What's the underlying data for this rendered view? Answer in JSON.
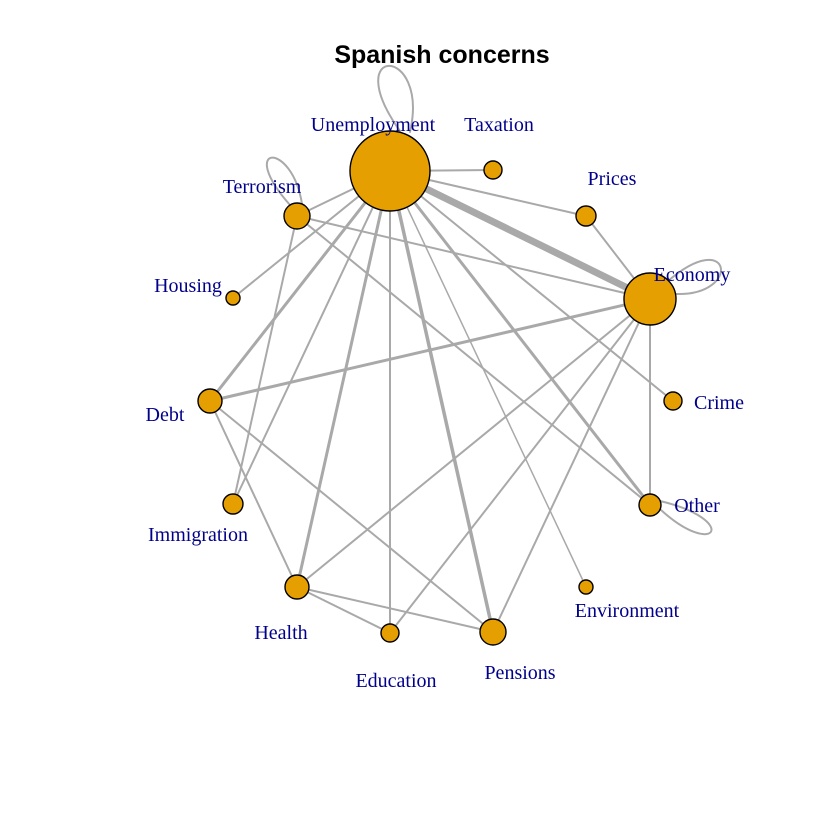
{
  "title": "Spanish concerns",
  "colors": {
    "node_fill": "#e69f00",
    "node_stroke": "#000000",
    "edge": "#a9a9a9",
    "label": "#00008b",
    "title": "#000000"
  },
  "nodes": [
    {
      "id": "unemployment",
      "label": "Unemployment"
    },
    {
      "id": "taxation",
      "label": "Taxation"
    },
    {
      "id": "prices",
      "label": "Prices"
    },
    {
      "id": "economy",
      "label": "Economy"
    },
    {
      "id": "crime",
      "label": "Crime"
    },
    {
      "id": "other",
      "label": "Other"
    },
    {
      "id": "environment",
      "label": "Environment"
    },
    {
      "id": "pensions",
      "label": "Pensions"
    },
    {
      "id": "education",
      "label": "Education"
    },
    {
      "id": "health",
      "label": "Health"
    },
    {
      "id": "immigration",
      "label": "Immigration"
    },
    {
      "id": "debt",
      "label": "Debt"
    },
    {
      "id": "housing",
      "label": "Housing"
    },
    {
      "id": "terrorism",
      "label": "Terrorism"
    }
  ],
  "edges": [
    {
      "source": "unemployment",
      "target": "unemployment",
      "weight": 2
    },
    {
      "source": "terrorism",
      "target": "terrorism",
      "weight": 2
    },
    {
      "source": "economy",
      "target": "economy",
      "weight": 2
    },
    {
      "source": "other",
      "target": "other",
      "weight": 2
    },
    {
      "source": "unemployment",
      "target": "economy",
      "weight": 7
    },
    {
      "source": "unemployment",
      "target": "taxation",
      "weight": 2
    },
    {
      "source": "unemployment",
      "target": "prices",
      "weight": 2
    },
    {
      "source": "unemployment",
      "target": "terrorism",
      "weight": 2
    },
    {
      "source": "unemployment",
      "target": "housing",
      "weight": 2
    },
    {
      "source": "unemployment",
      "target": "debt",
      "weight": 3
    },
    {
      "source": "unemployment",
      "target": "immigration",
      "weight": 2
    },
    {
      "source": "unemployment",
      "target": "health",
      "weight": 3
    },
    {
      "source": "unemployment",
      "target": "education",
      "weight": 2
    },
    {
      "source": "unemployment",
      "target": "pensions",
      "weight": 3.5
    },
    {
      "source": "unemployment",
      "target": "environment",
      "weight": 1.5
    },
    {
      "source": "unemployment",
      "target": "other",
      "weight": 3
    },
    {
      "source": "unemployment",
      "target": "crime",
      "weight": 2
    },
    {
      "source": "terrorism",
      "target": "economy",
      "weight": 2
    },
    {
      "source": "terrorism",
      "target": "other",
      "weight": 2
    },
    {
      "source": "terrorism",
      "target": "immigration",
      "weight": 2
    },
    {
      "source": "prices",
      "target": "economy",
      "weight": 2
    },
    {
      "source": "economy",
      "target": "debt",
      "weight": 3
    },
    {
      "source": "economy",
      "target": "other",
      "weight": 2
    },
    {
      "source": "economy",
      "target": "health",
      "weight": 2
    },
    {
      "source": "economy",
      "target": "education",
      "weight": 2
    },
    {
      "source": "economy",
      "target": "pensions",
      "weight": 2
    },
    {
      "source": "debt",
      "target": "health",
      "weight": 2
    },
    {
      "source": "debt",
      "target": "pensions",
      "weight": 2
    },
    {
      "source": "health",
      "target": "education",
      "weight": 2
    },
    {
      "source": "health",
      "target": "pensions",
      "weight": 2
    }
  ]
}
